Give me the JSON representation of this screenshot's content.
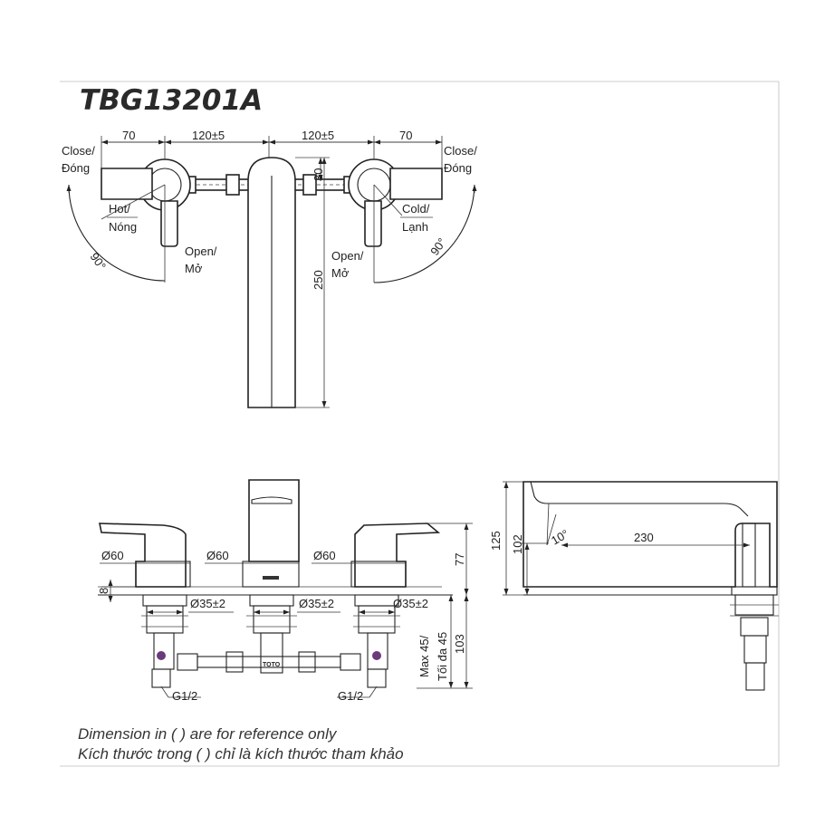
{
  "title": "TBG13201A",
  "top_view": {
    "dim_left_70": "70",
    "dim_left_120": "120±5",
    "dim_right_120": "120±5",
    "dim_right_70": "70",
    "dim_30": "30",
    "dim_250": "250",
    "close_left_1": "Close/",
    "close_left_2": "Đóng",
    "close_right_1": "Close/",
    "close_right_2": "Đóng",
    "hot_1": "Hot/",
    "hot_2": "Nóng",
    "cold_1": "Cold/",
    "cold_2": "Lạnh",
    "open_left_1": "Open/",
    "open_left_2": "Mở",
    "open_right_1": "Open/",
    "open_right_2": "Mở",
    "angle_left": "90°",
    "angle_right": "90°"
  },
  "front_view": {
    "dia_left": "Ø60",
    "dia_mid": "Ø60",
    "dia_right": "Ø60",
    "bore_left": "Ø35±2",
    "bore_mid": "Ø35±2",
    "bore_right": "Ø35±2",
    "dim_8": "8",
    "dim_77": "77",
    "dim_103": "103",
    "max_1": "Max 45/",
    "max_2": "Tối đa 45",
    "thread_left": "G1/2",
    "thread_right": "G1/2",
    "brand": "TOTO"
  },
  "side_view": {
    "dim_125": "125",
    "dim_102": "102",
    "angle": "10°",
    "dim_230": "230"
  },
  "notes": {
    "line1": "Dimension in ( ) are for reference only",
    "line2": "Kích thước trong ( ) chỉ là kích thước tham khảo"
  }
}
